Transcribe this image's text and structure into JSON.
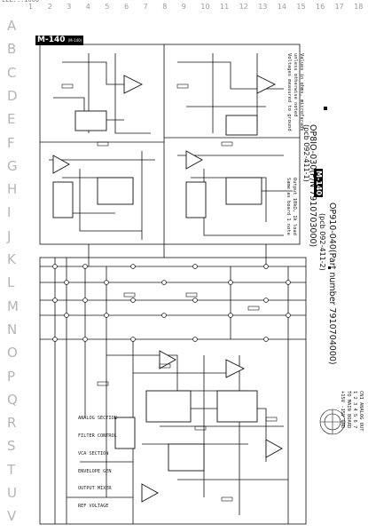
{
  "page_id": "LLL...1000",
  "columns": [
    "1",
    "2",
    "3",
    "4",
    "5",
    "6",
    "7",
    "8",
    "9",
    "10",
    "11",
    "12",
    "13",
    "14",
    "15",
    "16",
    "17",
    "18"
  ],
  "rows": [
    "A",
    "B",
    "C",
    "D",
    "E",
    "F",
    "G",
    "H",
    "I",
    "J",
    "K",
    "L",
    "M",
    "N",
    "O",
    "P",
    "Q",
    "R",
    "S",
    "T",
    "U",
    "V"
  ],
  "model_badge": "M-140",
  "model_badge_small": "(M-140)",
  "board1": {
    "title": "OP8IO-030(P/N 7910703000)",
    "sub": "(pcb 092-411-1)"
  },
  "board2": {
    "badge": "M-140",
    "title": "OP910-040(Part number 7910704000)",
    "sub": "(pcb 092-411-2)"
  },
  "notes": [
    "Values in ohms, microfarads",
    "unless otherwise noted",
    "Voltages measured to ground"
  ],
  "note2": [
    "Output 10kΩ, 1k load",
    "Same as board 1 note"
  ],
  "panel_notes": [
    "ANALOG SECTION",
    "FILTER CONTROL",
    "VCA SECTION",
    "ENVELOPE GEN",
    "OUTPUT MIXER",
    "REF VOLTAGE"
  ],
  "connector_text": [
    "CN1 ANALOG OUT",
    "1 2 3 4 5 6 7",
    "TO MAIN BOARD",
    "+15V -15V GND"
  ]
}
